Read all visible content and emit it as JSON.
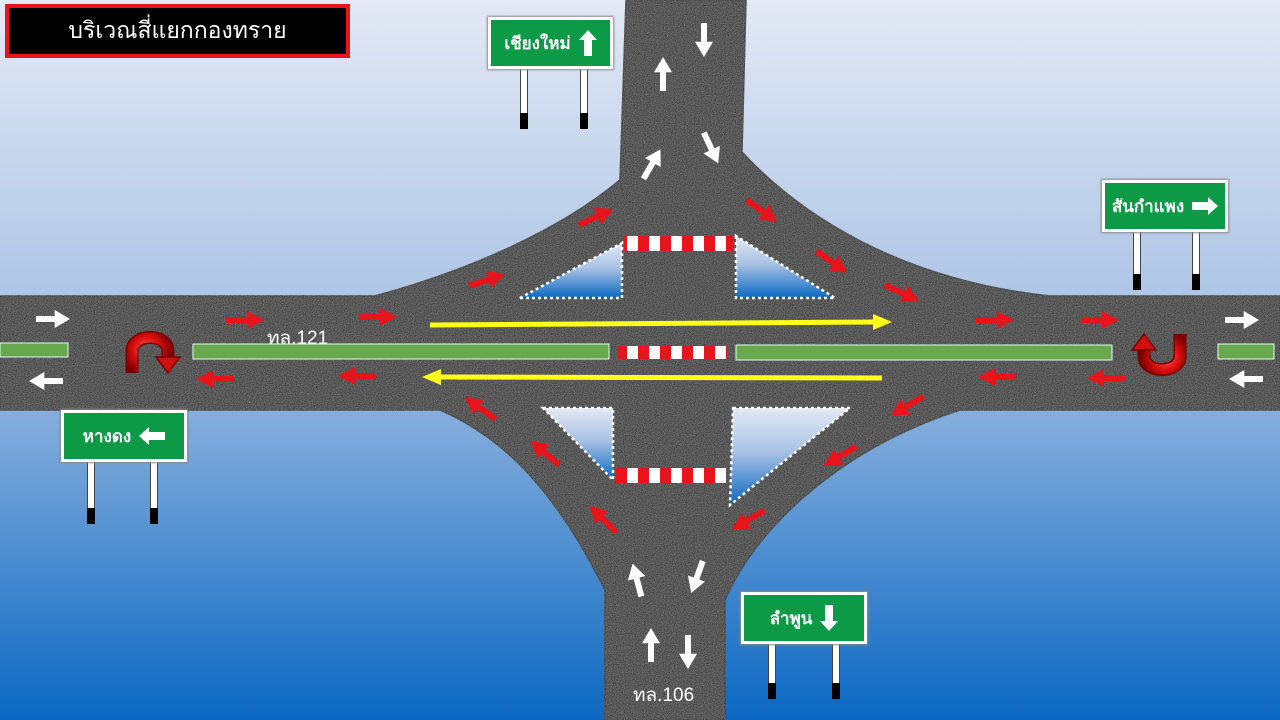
{
  "title": "บริเวณสี่แยกกองทราย",
  "signs": {
    "north": {
      "text": "เชียงใหม่",
      "arrow": "up-arrow"
    },
    "east": {
      "text": "สันกำแพง",
      "arrow": "right-arrow"
    },
    "west": {
      "text": "หางดง",
      "arrow": "left-arrow"
    },
    "south": {
      "text": "ลำพูน",
      "arrow": "down-arrow"
    }
  },
  "roads": {
    "main": "ทล.121",
    "south": "ทล.106"
  },
  "colors": {
    "sky_top": "#dfe7f5",
    "sky_bottom": "#0f6cc4",
    "asphalt": "#262626",
    "sign_green": "#0c9a47",
    "median_green": "#6aa84f",
    "flow_arrow": "#e8141c",
    "through_arrow": "#ffff1a",
    "lane_arrow": "#ffffff",
    "title_border": "#e8141c"
  },
  "icons": [
    "u-turn-icon",
    "u-turn-icon",
    "up-arrow",
    "right-arrow",
    "left-arrow",
    "down-arrow"
  ]
}
